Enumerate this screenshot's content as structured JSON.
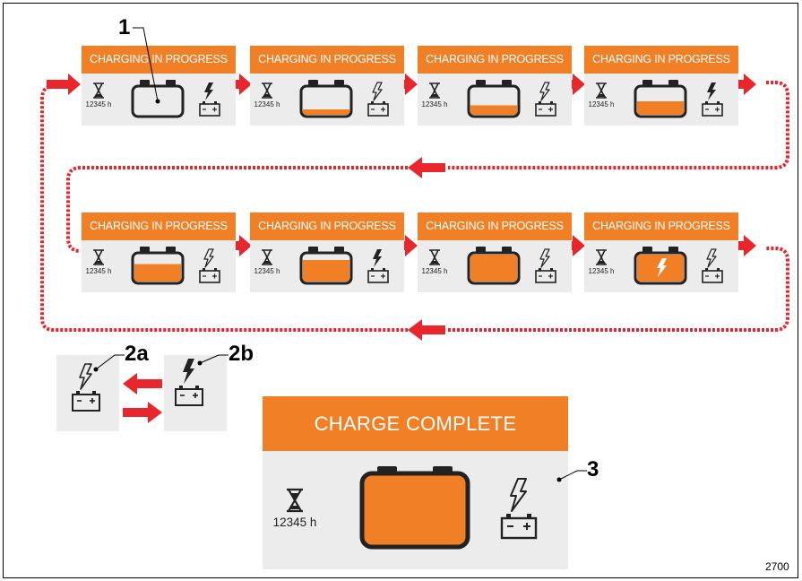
{
  "banners": {
    "charging": "CHARGING IN PROGRESS",
    "complete": "CHARGE COMPLETE"
  },
  "hour_meter": "12345 h",
  "callouts": {
    "c1": "1",
    "c2a": "2a",
    "c2b": "2b",
    "c3": "3"
  },
  "figure_number": "2700",
  "sequence": [
    {
      "fill": 0,
      "charge_icon": "charge-bolt-solid-icon"
    },
    {
      "fill": 0.2,
      "charge_icon": "charge-bolt-outline-icon"
    },
    {
      "fill": 0.35,
      "charge_icon": "charge-bolt-outline-icon"
    },
    {
      "fill": 0.5,
      "charge_icon": "charge-bolt-solid-icon"
    },
    {
      "fill": 0.65,
      "charge_icon": "charge-bolt-outline-icon"
    },
    {
      "fill": 0.8,
      "charge_icon": "charge-bolt-solid-icon"
    },
    {
      "fill": 1,
      "charge_icon": "charge-bolt-outline-icon"
    },
    {
      "fill": 1,
      "charge_icon": "charge-bolt-outline-icon",
      "bolt_in_battery": true
    }
  ],
  "colors": {
    "orange": "#f07f26",
    "panel": "#ececec",
    "arrow_red": "#e8262b",
    "outline": "#222222"
  }
}
